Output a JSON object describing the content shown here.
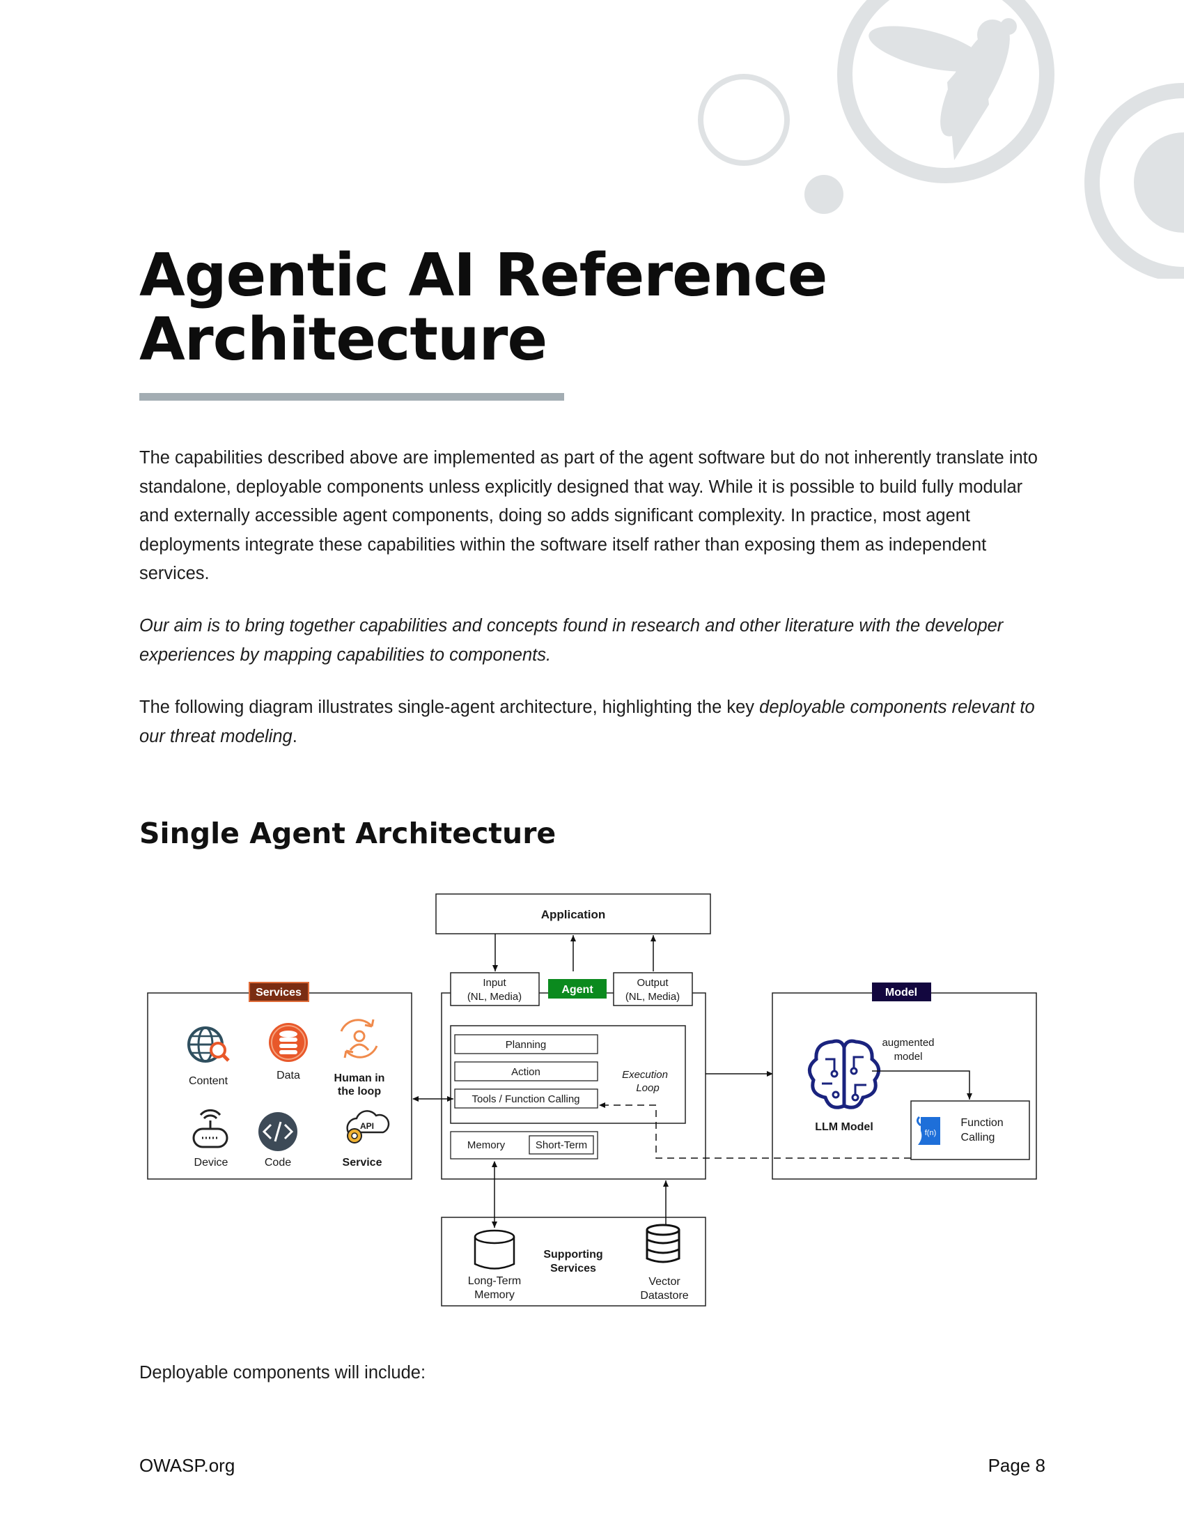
{
  "page": {
    "title_line1": "Agentic AI Reference",
    "title_line2": "Architecture",
    "paragraph1": "The capabilities described above are implemented as part of the agent software but do not inherently translate into standalone, deployable components unless explicitly designed that way. While it is possible to build fully modular and externally accessible agent components, doing so adds significant complexity. In practice, most agent deployments integrate these capabilities within the software itself rather than exposing them as independent services.",
    "paragraph2": "Our aim is to bring together capabilities and concepts found in research and other literature with the developer experiences by mapping capabilities to components.",
    "paragraph3_plain": "The following diagram illustrates single-agent architecture, highlighting the key ",
    "paragraph3_italic": "deployable components relevant to our threat modeling",
    "paragraph3_end": ".",
    "section_heading": "Single Agent Architecture",
    "paragraph4": "Deployable components will include:"
  },
  "diagram": {
    "application": "Application",
    "input_line1": "Input",
    "input_line2": "(NL, Media)",
    "agent_badge": "Agent",
    "output_line1": "Output",
    "output_line2": "(NL, Media)",
    "planning": "Planning",
    "action": "Action",
    "tools": "Tools / Function Calling",
    "execution_line1": "Execution",
    "execution_line2": "Loop",
    "memory": "Memory",
    "short_term": "Short-Term",
    "services_badge": "Services",
    "content": "Content",
    "data": "Data",
    "human_line1": "Human in",
    "human_line2": "the loop",
    "device": "Device",
    "code": "Code",
    "service": "Service",
    "api_label": "API",
    "model_badge": "Model",
    "augmented_line1": "augmented",
    "augmented_line2": "model",
    "llm_model": "LLM Model",
    "fn_label": "f(n)",
    "function_line1": "Function",
    "function_line2": "Calling",
    "supporting_line1": "Supporting",
    "supporting_line2": "Services",
    "long_term_line1": "Long-Term",
    "long_term_line2": "Memory",
    "vector_line1": "Vector",
    "vector_line2": "Datastore",
    "colors": {
      "agent_badge": "#0b8a1e",
      "services_badge": "#7a2d12",
      "model_badge": "#13073f",
      "llm_icon": "#1a237e",
      "data_icon": "#e8582a",
      "human_icon": "#f08a4b",
      "code_icon": "#3d4a57",
      "content_icon": "#2f4f5f"
    }
  },
  "footer": {
    "left": "OWASP.org",
    "right": "Page 8"
  }
}
